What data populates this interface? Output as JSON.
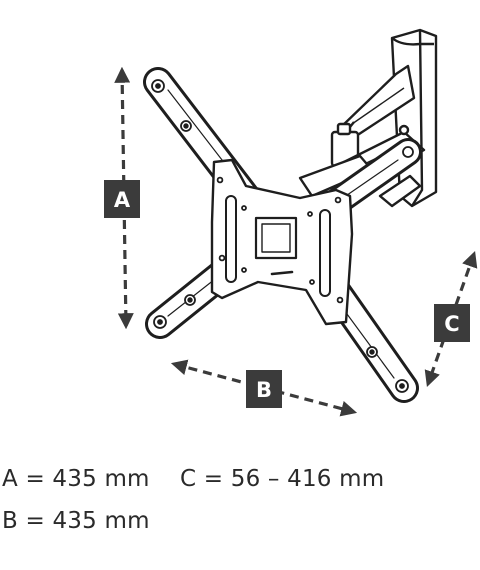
{
  "badges": {
    "a": "A",
    "b": "B",
    "c": "C"
  },
  "dimensions": {
    "a": "A = 435 mm",
    "b": "B = 435 mm",
    "c": "C = 56 – 416 mm"
  },
  "colors": {
    "badge": "#3b3b3b",
    "line": "#1e1e1e",
    "arrow": "#3b3b3b"
  }
}
